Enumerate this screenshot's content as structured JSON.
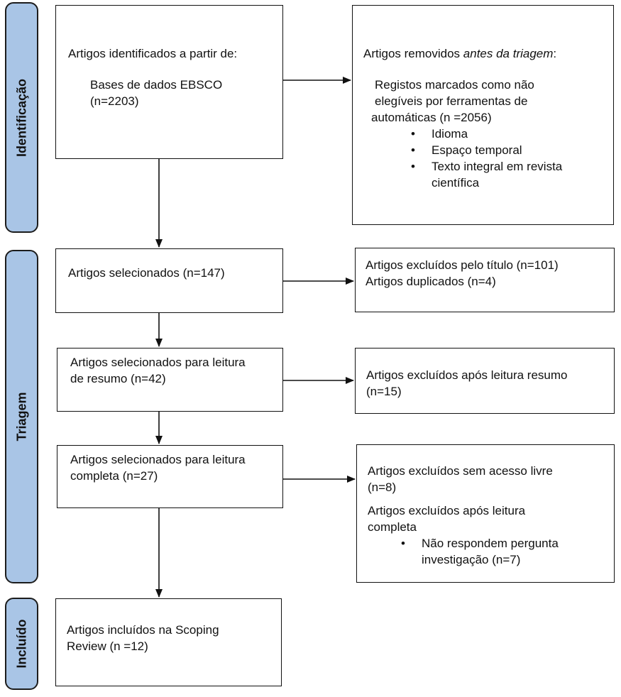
{
  "phases": {
    "identificacao": "Identificação",
    "triagem": "Triagem",
    "incluido": "Incluído"
  },
  "boxes": {
    "identified": {
      "title": "Artigos identificados a partir de:",
      "source": "Bases de dados EBSCO",
      "count": "(n=2203)"
    },
    "removed": {
      "title_prefix": "Artigos removidos ",
      "title_emph": "antes da triagem",
      "title_suffix": ":",
      "line1": "Registos marcados como não",
      "line2": "elegíveis por ferramentas de",
      "line3": "automáticas (n =2056)",
      "bullets": [
        "Idioma",
        "Espaço temporal",
        "Texto integral em revista científica"
      ]
    },
    "selected": {
      "text": "Artigos selecionados (n=147)"
    },
    "excluded_title": {
      "line1": "Artigos excluídos pelo título (n=101)",
      "line2": "Artigos duplicados (n=4)"
    },
    "abstract": {
      "line1": "Artigos selecionados para leitura",
      "line2": "de resumo (n=42)"
    },
    "excluded_abstract": {
      "line1": "Artigos excluídos após leitura resumo",
      "line2": "(n=15)"
    },
    "full": {
      "line1": "Artigos selecionados para leitura",
      "line2": "completa (n=27)"
    },
    "excluded_full": {
      "line1": "Artigos excluídos sem acesso livre",
      "line2": "(n=8)",
      "line3": "Artigos excluídos após leitura",
      "line4": "completa",
      "bullet": "Não respondem pergunta investigação (n=7)"
    },
    "included": {
      "line1": "Artigos incluídos na Scoping",
      "line2": "Review (n =12)"
    }
  }
}
